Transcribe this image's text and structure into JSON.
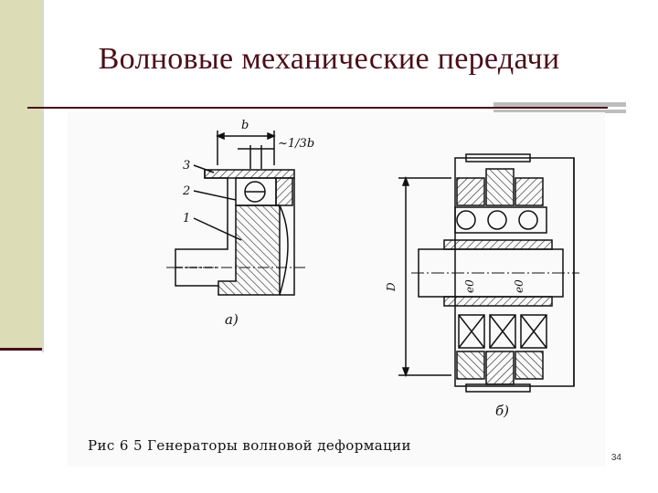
{
  "slide": {
    "title": "Волновые механические передачи",
    "page_number": "34"
  },
  "figure": {
    "caption": "Рис 6 5  Генераторы волновой деформации",
    "sub_a": "а)",
    "sub_b": "б)",
    "labels": {
      "b": "b",
      "b_frac": "~1/3b",
      "n3": "3",
      "n2": "2",
      "n1": "1",
      "dg": "D",
      "e0_left": "e0",
      "e0_right": "e0"
    }
  },
  "colors": {
    "accent": "#4a0f1a",
    "band": "#dcdcb6"
  }
}
